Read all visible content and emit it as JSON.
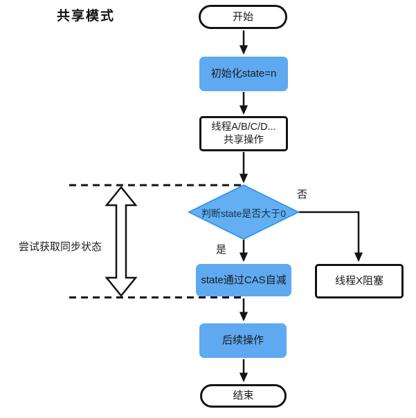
{
  "diagram": {
    "title": "共享模式",
    "side_annotation": {
      "label": "尝试获取同步状态"
    },
    "nodes": {
      "start": {
        "label": "开始"
      },
      "init": {
        "label": "初始化state=n"
      },
      "threads": {
        "line1": "线程A/B/C/D...",
        "line2": "共享操作"
      },
      "decision": {
        "label": "判断state是否大于0"
      },
      "cas": {
        "label": "state通过CAS自减"
      },
      "blocked": {
        "label": "线程X阻塞"
      },
      "followup": {
        "label": "后续操作"
      },
      "end": {
        "label": "结束"
      }
    },
    "branch_labels": {
      "no": "否",
      "yes": "是"
    },
    "colors": {
      "process_fill": "#5FA9F1",
      "decision_fill": "#63AFF2",
      "decision_stroke": "#3D95E8",
      "connector": "#131313",
      "text": "#1a1a1a",
      "background": "#ffffff"
    }
  }
}
